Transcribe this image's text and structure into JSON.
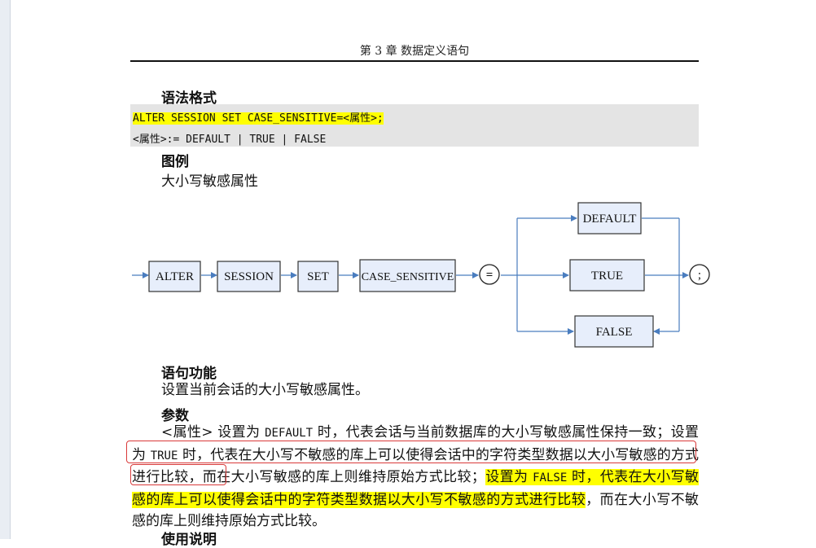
{
  "header": {
    "chapter": "第 3 章  数据定义语句"
  },
  "sections": {
    "syntax": "语法格式",
    "example": "图例",
    "function": "语句功能",
    "params": "参数",
    "usage": "使用说明"
  },
  "code": {
    "line1": "ALTER SESSION SET CASE_SENSITIVE=<属性>;",
    "line2": "<属性>:= DEFAULT | TRUE | FALSE"
  },
  "diagram": {
    "caption": "大小写敏感属性",
    "nodes": [
      "ALTER",
      "SESSION",
      "SET",
      "CASE_SENSITIVE"
    ],
    "equals": "=",
    "options": [
      "DEFAULT",
      "TRUE",
      "FALSE"
    ],
    "terminator": ";"
  },
  "function_text": "设置当前会话的大小写敏感属性。",
  "params_text": {
    "p1": "<属性> 设置为 ",
    "p2": "DEFAULT",
    "p3": " 时，代表会话与当前数据库的大小写敏感属性保持一致；设置为 ",
    "p4": "TRUE",
    "p5": " 时，代表在大小写不敏感的库上可以使得会话中的字符类型数据以大小写敏感的方式进行比较，而在大小写敏感的库上则维持原始方式比较；",
    "p6": "设置为 ",
    "p7": "FALSE",
    "p8": " 时，代表在大小写敏感的库上可以使得会话中的字符类型数据以大小写不敏感的方式进行比较",
    "p9": "，而在大小写不敏感的库上则维持原始方式比较。"
  },
  "colors": {
    "highlight": "#ffff00",
    "annotation": "#d93a3a",
    "diagram_line": "#4a7dbf",
    "code_bg": "#e4e4e4"
  }
}
